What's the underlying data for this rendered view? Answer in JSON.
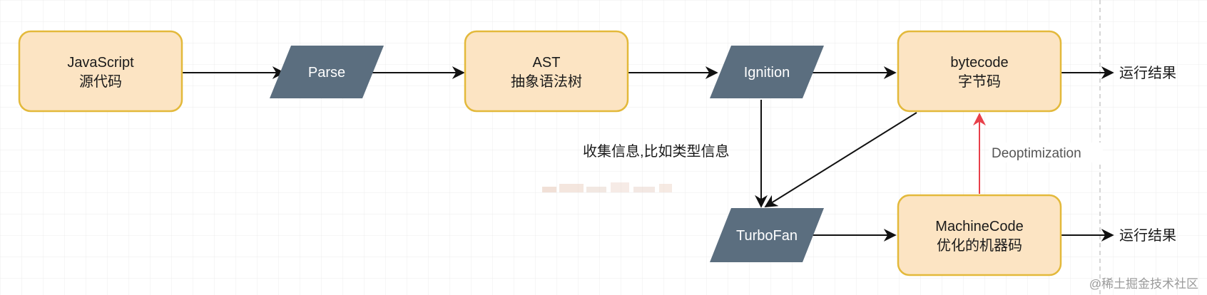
{
  "nodes": {
    "js_source": {
      "line1": "JavaScript",
      "line2": "源代码"
    },
    "parse": {
      "label": "Parse"
    },
    "ast": {
      "line1": "AST",
      "line2": "抽象语法树"
    },
    "ignition": {
      "label": "Ignition"
    },
    "bytecode": {
      "line1": "bytecode",
      "line2": "字节码"
    },
    "turbofan": {
      "label": "TurboFan"
    },
    "machine_code": {
      "line1": "MachineCode",
      "line2": "优化的机器码"
    }
  },
  "labels": {
    "result_top": "运行结果",
    "result_bottom": "运行结果",
    "collect_info": "收集信息,比如类型信息",
    "deoptimization": "Deoptimization"
  },
  "watermark": "@稀土掘金技术社区",
  "colors": {
    "box_fill": "#fce4c3",
    "box_stroke": "#e3b93b",
    "parallelogram_fill": "#5b6e7f",
    "arrow": "#111111",
    "deopt_arrow": "#e8404a",
    "grid": "#ececec"
  }
}
